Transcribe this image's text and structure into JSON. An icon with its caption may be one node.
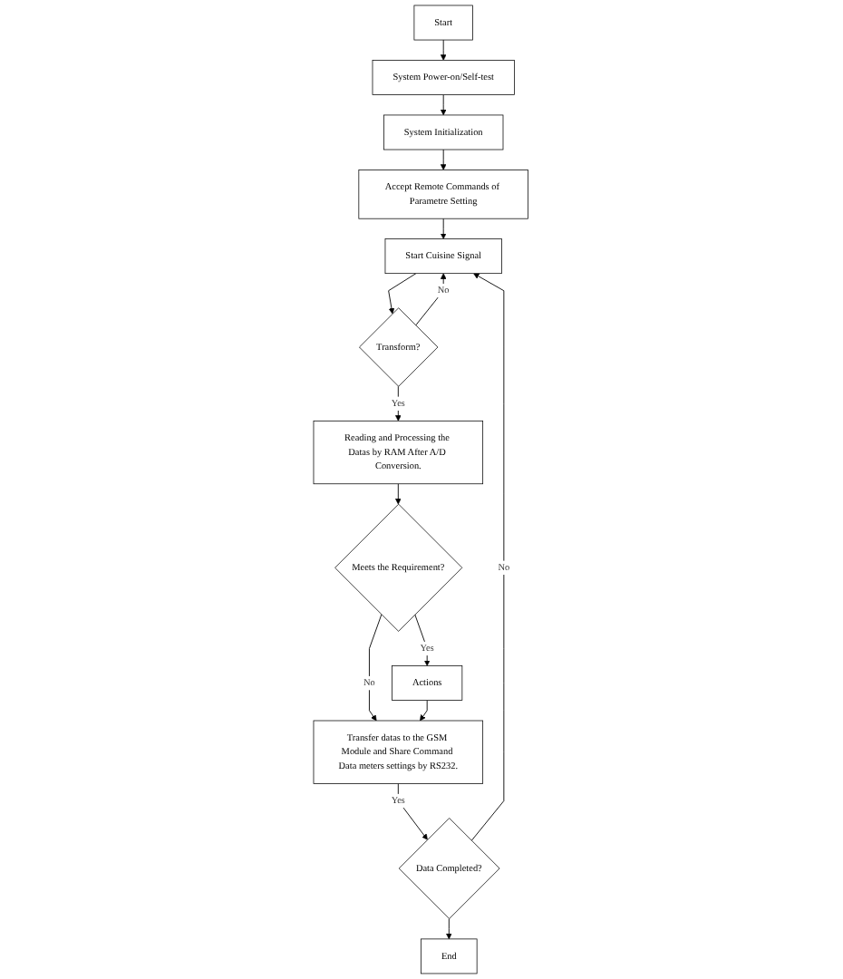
{
  "diagram": {
    "nodes": [
      {
        "text": [
          "Start"
        ]
      },
      {
        "text": [
          "System Power-on/Self-test"
        ]
      },
      {
        "text": [
          "System Initialization"
        ]
      },
      {
        "text": [
          "Accept Remote Commands of Parametre Setting"
        ]
      },
      {
        "text": [
          "Start Cuisine Signal"
        ]
      },
      {
        "text": [
          "Transform?"
        ]
      },
      {
        "text": [
          "Reading and Processing the Datas by RAM After A/D Conversion."
        ]
      },
      {
        "text": [
          "Meets the Requirement?"
        ]
      },
      {
        "text": [
          "Actions"
        ]
      },
      {
        "text": [
          "Transfer datas to the GSM Module and Share Command Data meters settings by RS232."
        ]
      },
      {
        "text": [
          "Data Completed?"
        ]
      },
      {
        "text": [
          "End"
        ]
      }
    ],
    "edges": [
      {
        "from": 0,
        "to": 1,
        "arrow": "to"
      },
      {
        "from": 1,
        "to": 2,
        "arrow": "to"
      },
      {
        "from": 2,
        "to": 3,
        "arrow": "to"
      },
      {
        "from": 3,
        "to": 4,
        "arrow": "to"
      },
      {
        "from": 4,
        "to": 5,
        "arrow": "to"
      },
      {
        "from": 5,
        "to": 4,
        "label": "No",
        "arrow": "to"
      },
      {
        "from": 5,
        "to": 6,
        "label": "Yes",
        "arrow": "to"
      },
      {
        "from": 6,
        "to": 7,
        "arrow": "to"
      },
      {
        "from": 7,
        "to": 9,
        "label": "No",
        "arrow": "to"
      },
      {
        "from": 7,
        "to": 8,
        "label": "Yes",
        "arrow": "to"
      },
      {
        "from": 8,
        "to": 9,
        "arrow": "to"
      },
      {
        "from": 9,
        "to": 10,
        "label": "Yes",
        "arrow": "to"
      },
      {
        "from": 10,
        "to": 4,
        "label": "No",
        "arrow": "to"
      },
      {
        "from": 10,
        "to": 11,
        "arrow": "to"
      }
    ]
  }
}
